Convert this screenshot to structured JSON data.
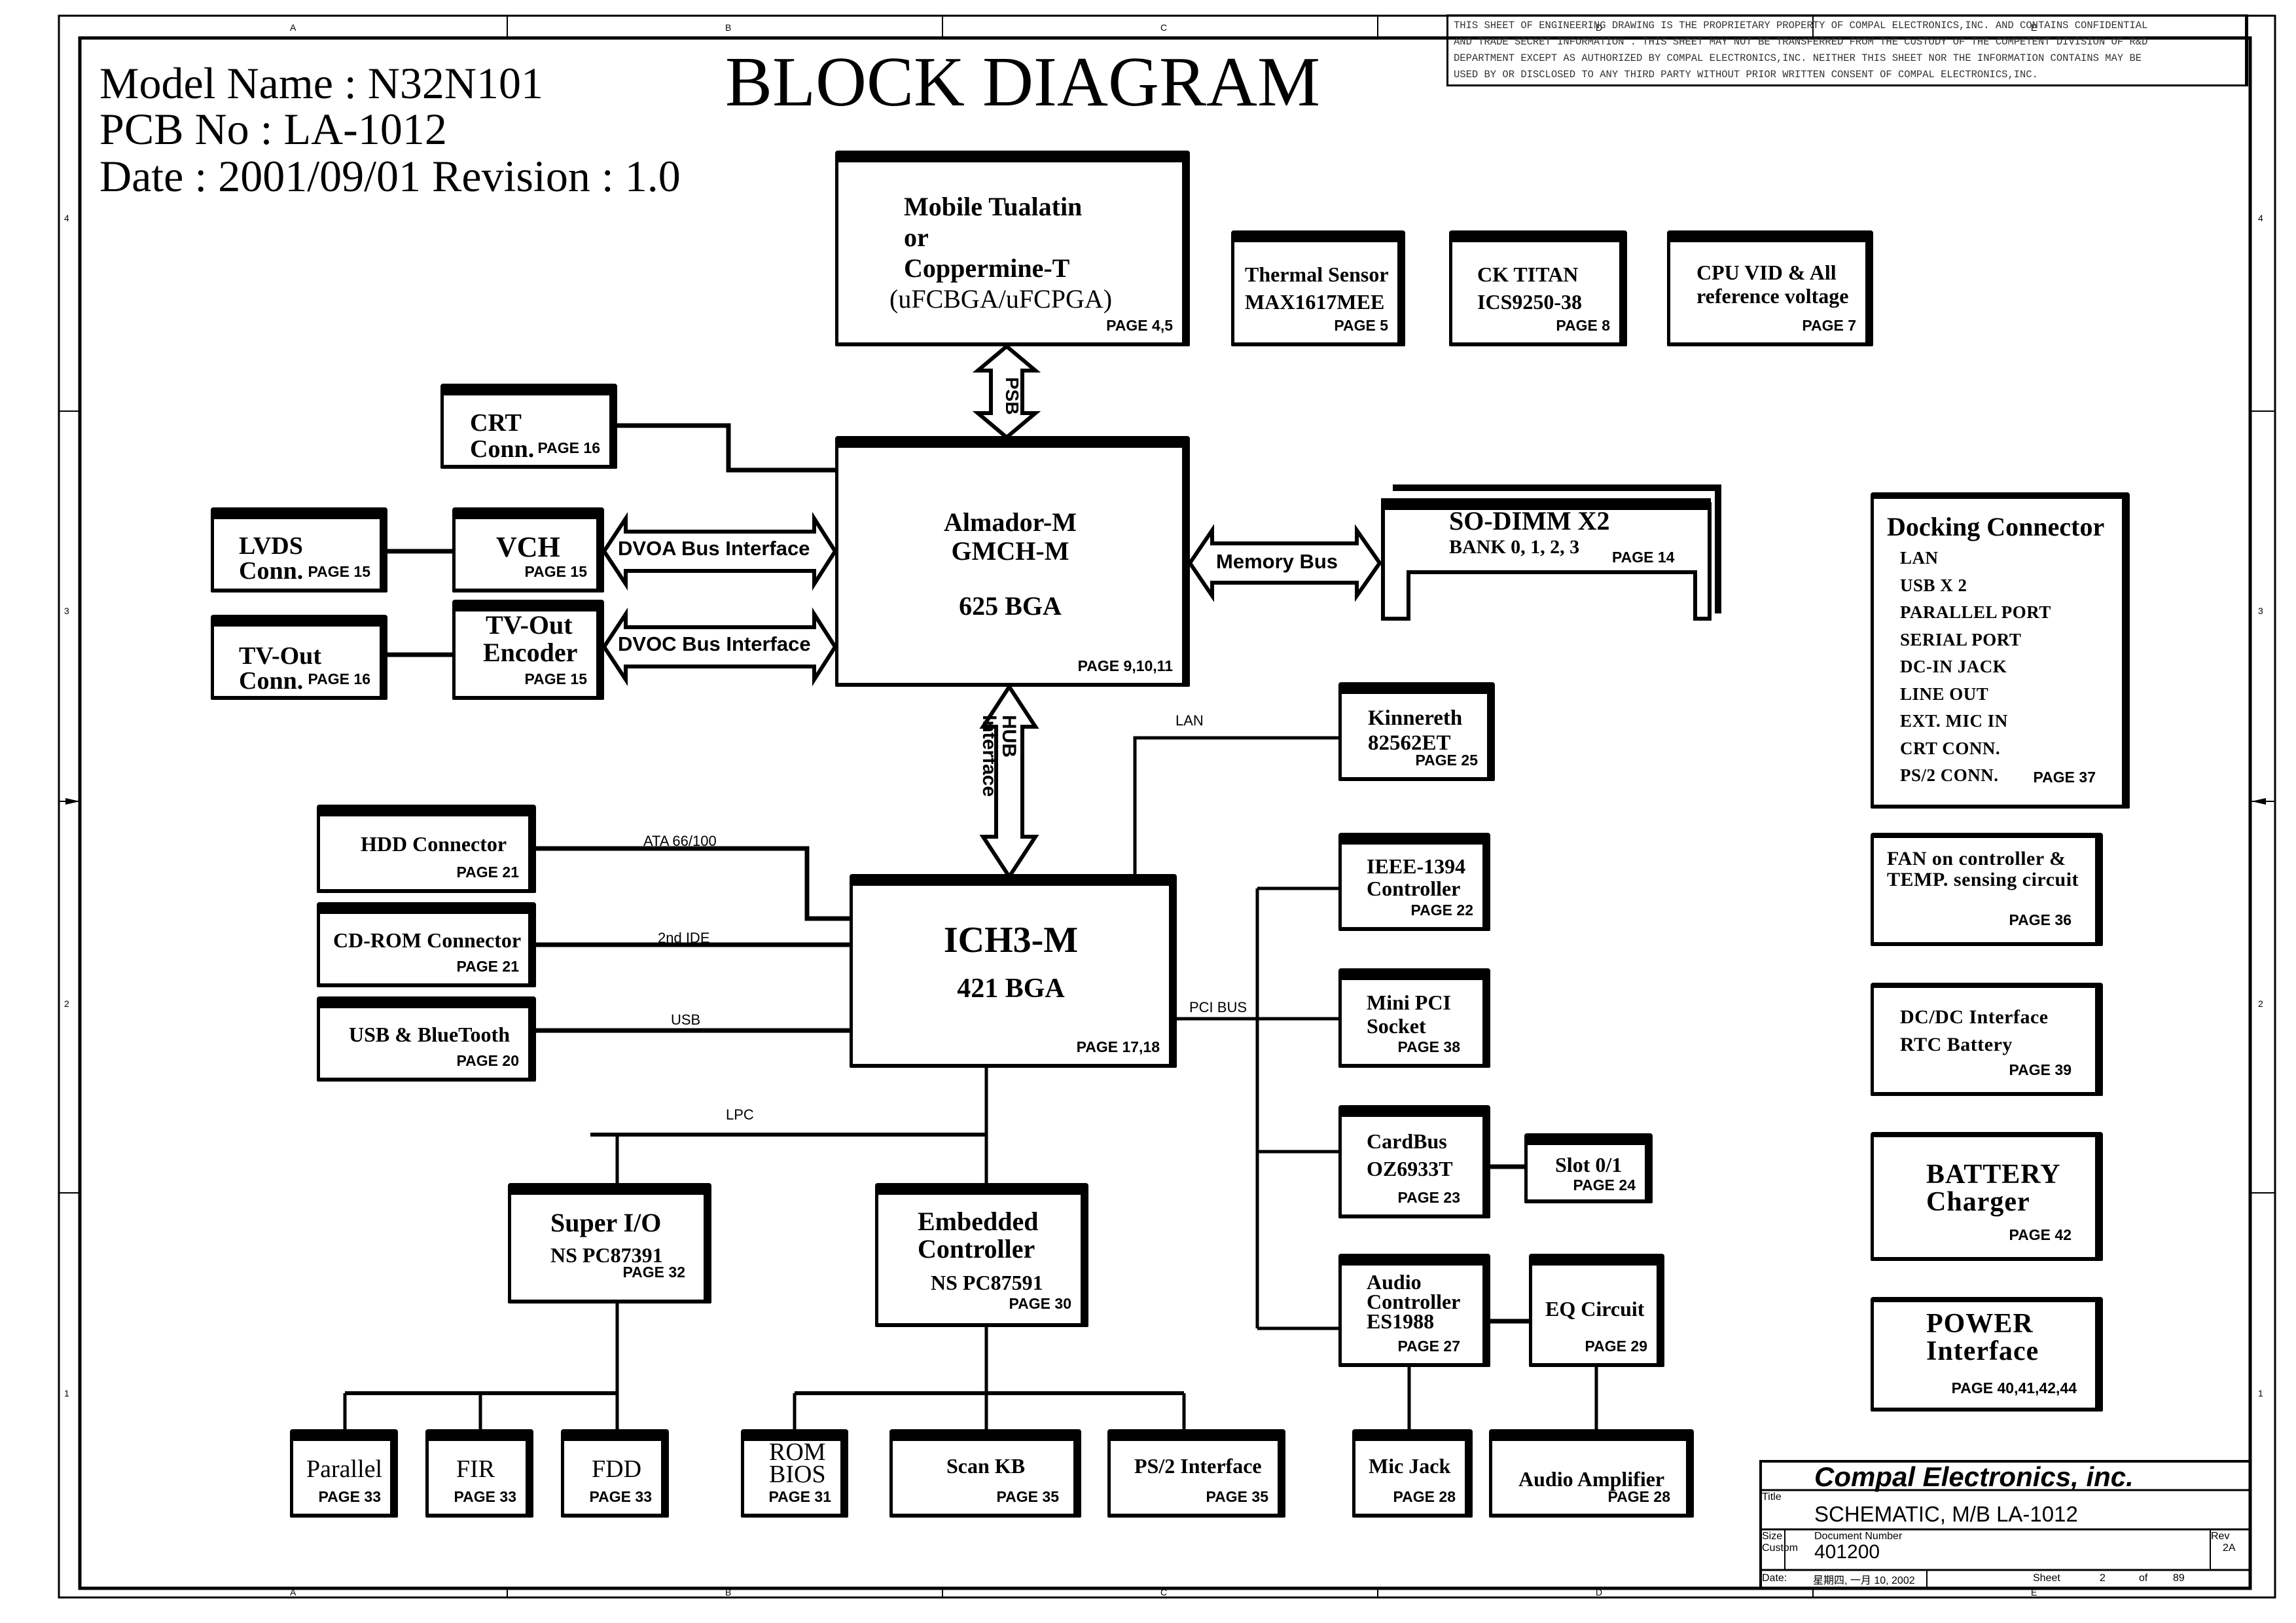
{
  "header": {
    "model_line": "Model Name : N32N101",
    "pcb_line": "PCB No : LA-1012",
    "date_line": "Date : 2001/09/01 Revision : 1.0",
    "title": "BLOCK DIAGRAM"
  },
  "notice": [
    "THIS SHEET OF ENGINEERING DRAWING IS THE PROPRIETARY PROPERTY OF COMPAL ELECTRONICS,INC. AND CONTAINS CONFIDENTIAL",
    "AND TRADE SECRET INFORMATION . THIS SHEET MAY NOT BE  TRANSFERRED FROM THE CUSTODY OF THE COMPETENT DIVISION OF R&D",
    "DEPARTMENT EXCEPT AS AUTHORIZED BY COMPAL ELECTRONICS,INC. NEITHER THIS SHEET NOR THE INFORMATION CONTAINS MAY BE",
    "USED BY OR DISCLOSED TO ANY THIRD PARTY WITHOUT PRIOR WRITTEN CONSENT OF COMPAL ELECTRONICS,INC."
  ],
  "zones": {
    "columns": [
      "A",
      "B",
      "C",
      "D",
      "E"
    ],
    "rows": [
      "4",
      "3",
      "2",
      "1"
    ]
  },
  "blocks": {
    "cpu": {
      "lines": [
        "Mobile Tualatin",
        "or",
        "Coppermine-T",
        "(uFCBGA/uFCPGA)"
      ],
      "page": "PAGE 4,5"
    },
    "thermal": {
      "lines": [
        "Thermal Sensor",
        "MAX1617MEE"
      ],
      "page": "PAGE 5"
    },
    "clock": {
      "lines": [
        "CK TITAN",
        "ICS9250-38"
      ],
      "page": "PAGE 8"
    },
    "cpu_vid": {
      "lines": [
        "CPU VID & All",
        "reference voltage"
      ],
      "page": "PAGE 7"
    },
    "crt": {
      "lines": [
        "CRT",
        "Conn."
      ],
      "page": "PAGE 16"
    },
    "gmch": {
      "lines": [
        "Almador-M",
        "GMCH-M",
        "625 BGA"
      ],
      "page": "PAGE 9,10,11"
    },
    "lvds": {
      "lines": [
        "LVDS",
        "Conn."
      ],
      "page": "PAGE 15"
    },
    "vch": {
      "lines": [
        "VCH"
      ],
      "page": "PAGE 15"
    },
    "tvout_conn": {
      "lines": [
        "TV-Out",
        "Conn."
      ],
      "page": "PAGE 16"
    },
    "tvout_enc": {
      "lines": [
        "TV-Out",
        "Encoder"
      ],
      "page": "PAGE 15"
    },
    "sodimm": {
      "lines": [
        "SO-DIMM X2",
        "BANK 0, 1, 2, 3"
      ],
      "page": "PAGE 14"
    },
    "docking": {
      "title": "Docking Connector",
      "items": [
        "LAN",
        "USB X 2",
        "PARALLEL PORT",
        "SERIAL PORT",
        "DC-IN JACK",
        "LINE OUT",
        "EXT. MIC IN",
        "CRT CONN.",
        "PS/2 CONN."
      ],
      "page": "PAGE 37"
    },
    "kinnereth": {
      "lines": [
        "Kinnereth",
        "82562ET"
      ],
      "page": "PAGE 25"
    },
    "hdd": {
      "lines": [
        "HDD Connector"
      ],
      "page": "PAGE 21"
    },
    "cdrom": {
      "lines": [
        "CD-ROM Connector"
      ],
      "page": "PAGE 21"
    },
    "usb_bt": {
      "lines": [
        "USB & BlueTooth"
      ],
      "page": "PAGE 20"
    },
    "ich": {
      "lines": [
        "ICH3-M",
        "421 BGA"
      ],
      "page": "PAGE 17,18"
    },
    "ieee1394": {
      "lines": [
        "IEEE-1394",
        "Controller"
      ],
      "page": "PAGE 22"
    },
    "minipci": {
      "lines": [
        "Mini PCI",
        "Socket"
      ],
      "page": "PAGE 38"
    },
    "cardbus": {
      "lines": [
        "CardBus",
        "OZ6933T"
      ],
      "page": "PAGE 23"
    },
    "slot": {
      "lines": [
        "Slot 0/1"
      ],
      "page": "PAGE 24"
    },
    "audio_ctl": {
      "lines": [
        "Audio",
        "Controller",
        "ES1988"
      ],
      "page": "PAGE 27"
    },
    "eq": {
      "lines": [
        "EQ Circuit"
      ],
      "page": "PAGE 29"
    },
    "fan": {
      "lines": [
        "FAN on controller &",
        "TEMP. sensing circuit"
      ],
      "page": "PAGE 36"
    },
    "dcdc": {
      "lines": [
        "DC/DC Interface",
        "RTC Battery"
      ],
      "page": "PAGE 39"
    },
    "battery": {
      "lines": [
        "BATTERY",
        "Charger"
      ],
      "page": "PAGE 42"
    },
    "power": {
      "lines": [
        "POWER",
        "Interface"
      ],
      "page": "PAGE 40,41,42,44"
    },
    "superio": {
      "lines": [
        "Super I/O",
        "NS PC87391"
      ],
      "page": "PAGE 32"
    },
    "ec": {
      "lines": [
        "Embedded",
        "Controller",
        "NS PC87591"
      ],
      "page": "PAGE 30"
    },
    "parallel": {
      "lines": [
        "Parallel"
      ],
      "page": "PAGE 33"
    },
    "fir": {
      "lines": [
        "FIR"
      ],
      "page": "PAGE 33"
    },
    "fdd": {
      "lines": [
        "FDD"
      ],
      "page": "PAGE 33"
    },
    "rombios": {
      "lines": [
        "ROM",
        "BIOS"
      ],
      "page": "PAGE 31"
    },
    "scankb": {
      "lines": [
        "Scan KB"
      ],
      "page": "PAGE 35"
    },
    "ps2": {
      "lines": [
        "PS/2 Interface"
      ],
      "page": "PAGE 35"
    },
    "micjack": {
      "lines": [
        "Mic Jack"
      ],
      "page": "PAGE 28"
    },
    "audioamp": {
      "lines": [
        "Audio Amplifier"
      ],
      "page": "PAGE 28"
    }
  },
  "buses": {
    "psb": "PSB",
    "dvoa": "DVOA Bus Interface",
    "dvoc": "DVOC Bus Interface",
    "memory": "Memory Bus",
    "hub_line1": "HUB",
    "hub_line2": "Interface",
    "lan": "LAN",
    "ata": "ATA 66/100",
    "ide2": "2nd IDE",
    "usb": "USB",
    "pci": "PCI BUS",
    "lpc": "LPC"
  },
  "title_block": {
    "company": "Compal Electronics, inc.",
    "title_label": "Title",
    "title": "SCHEMATIC, M/B LA-1012",
    "size_label": "Size",
    "size": "Custom",
    "docnum_label": "Document Number",
    "docnum": "401200",
    "rev_label": "Rev",
    "rev": "2A",
    "date_label": "Date:",
    "date": "星期四, 一月 10, 2002",
    "sheet_label": "Sheet",
    "sheet": "2",
    "of_label": "of",
    "total": "89"
  }
}
